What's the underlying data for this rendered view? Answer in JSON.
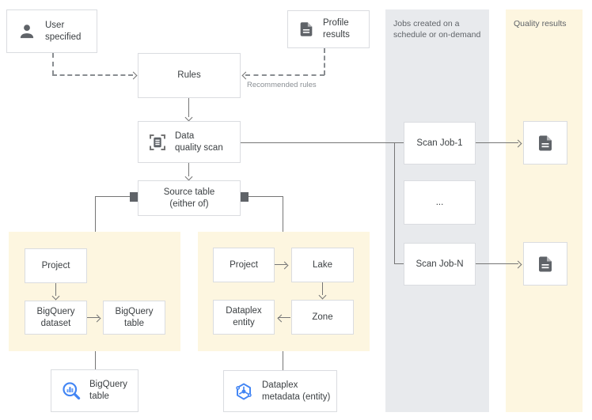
{
  "colors": {
    "panel_yellow": "#fdf6e0",
    "column_gray": "#e8eaed",
    "line_gray": "#757575",
    "box_border": "#dadce0",
    "icon_gray": "#5f6368",
    "brand_blue": "#4285f4",
    "text": "#3c4043",
    "muted_text": "#8a8f94"
  },
  "legend": {
    "user_specified": {
      "line1": "User",
      "line2": "specified"
    },
    "profile_results": {
      "line1": "Profile",
      "line2": "results"
    }
  },
  "flow": {
    "rules": "Rules",
    "recommended_rules": "Recommended rules",
    "data_quality_scan": {
      "line1": "Data",
      "line2": "quality scan"
    },
    "source_table": {
      "line1": "Source table",
      "line2": "(either of)"
    }
  },
  "bigquery_panel": {
    "project": "Project",
    "bigquery_dataset": {
      "line1": "BigQuery",
      "line2": "dataset"
    },
    "bigquery_table": {
      "line1": "BigQuery",
      "line2": "table"
    }
  },
  "dataplex_panel": {
    "project": "Project",
    "lake": "Lake",
    "zone": "Zone",
    "dataplex_entity": {
      "line1": "Dataplex",
      "line2": "entity"
    }
  },
  "bottom": {
    "bigquery_table": {
      "line1": "BigQuery",
      "line2": "table"
    },
    "dataplex_metadata": {
      "line1": "Dataplex",
      "line2": "metadata (entity)"
    }
  },
  "jobs_column": {
    "header_line1": "Jobs created on a",
    "header_line2": "schedule or on-demand",
    "scan_job_1": "Scan Job-1",
    "ellipsis": "...",
    "scan_job_n": "Scan Job-N"
  },
  "quality_column": {
    "header": "Quality results"
  }
}
